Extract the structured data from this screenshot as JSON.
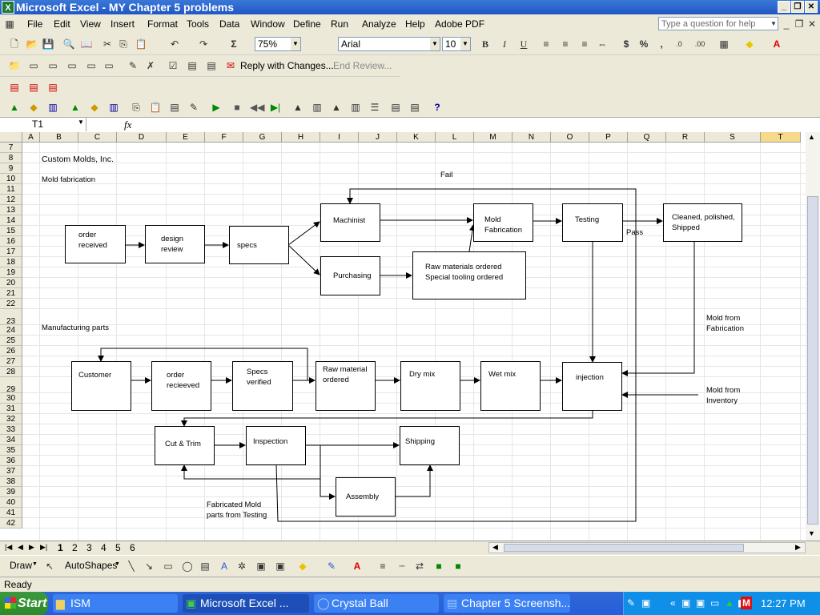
{
  "window": {
    "app_icon_glyph": "X",
    "title": "Microsoft Excel - MY Chapter 5 problems"
  },
  "menu": {
    "items": [
      "File",
      "Edit",
      "View",
      "Insert",
      "Format",
      "Tools",
      "Data",
      "Window",
      "Define",
      "Run",
      "Analyze",
      "Help",
      "Adobe PDF"
    ],
    "ask_placeholder": "Type a question for help"
  },
  "standard_toolbar": {
    "zoom": "75%",
    "font": "Arial",
    "font_size": "10",
    "bold": "B",
    "italic": "I",
    "underline": "U",
    "sum": "Σ",
    "currency": "$",
    "percent": "%",
    "comma": ","
  },
  "reviewing_toolbar": {
    "reply_label": "Reply with Changes...",
    "end_review_label": "End Review..."
  },
  "formula_bar": {
    "name_box": "T1",
    "fx": "fx",
    "value": ""
  },
  "sheet": {
    "columns": [
      "A",
      "B",
      "C",
      "D",
      "E",
      "F",
      "G",
      "H",
      "I",
      "J",
      "K",
      "L",
      "M",
      "N",
      "O",
      "P",
      "Q",
      "R",
      "S",
      "T"
    ],
    "rows": [
      "7",
      "8",
      "9",
      "10",
      "11",
      "12",
      "13",
      "14",
      "15",
      "16",
      "17",
      "18",
      "19",
      "20",
      "21",
      "22",
      "23",
      "24",
      "25",
      "26",
      "27",
      "28",
      "29",
      "30",
      "31",
      "32",
      "33",
      "34",
      "35",
      "36",
      "37",
      "38",
      "39",
      "40",
      "41",
      "42"
    ],
    "title": "Custom Molds, Inc.",
    "section1": "Mold fabrication",
    "section2": "Manufacturing parts"
  },
  "flowchart": {
    "order_received": "order\nreceived",
    "design_review": "design\nreview",
    "specs": "specs",
    "machinist": "Machinist",
    "purchasing": "Purchasing",
    "raw_materials": "Raw materials ordered\nSpecial tooling ordered",
    "mold_fabrication": "Mold\nFabrication",
    "testing": "Testing",
    "cleaned": "Cleaned, polished,\nShipped",
    "fail": "Fail",
    "pass": "Pass",
    "mold_from_fab": "Mold from\nFabrication",
    "mold_from_inv": "Mold from\nInventory",
    "customer": "Customer",
    "order_recieeved": "order\nrecieeved",
    "specs_verified": "Specs\nverified",
    "raw_material_ordered": "Raw material\nordered",
    "dry_mix": "Dry mix",
    "wet_mix": "Wet mix",
    "injection": "injection",
    "cut_trim": "Cut & Trim",
    "inspection": "Inspection",
    "shipping": "Shipping",
    "assembly": "Assembly",
    "fabricated_parts": "Fabricated Mold\nparts from Testing"
  },
  "tabs": [
    "1",
    "2",
    "3",
    "4",
    "5",
    "6"
  ],
  "drawing_toolbar": {
    "draw_label": "Draw",
    "autoshapes_label": "AutoShapes"
  },
  "status": {
    "text": "Ready"
  },
  "taskbar": {
    "start_label": "Start",
    "buttons": [
      "ISM",
      "Microsoft Excel ...",
      "Crystal Ball",
      "Chapter 5 Screensh..."
    ],
    "clock": "12:27 PM"
  }
}
